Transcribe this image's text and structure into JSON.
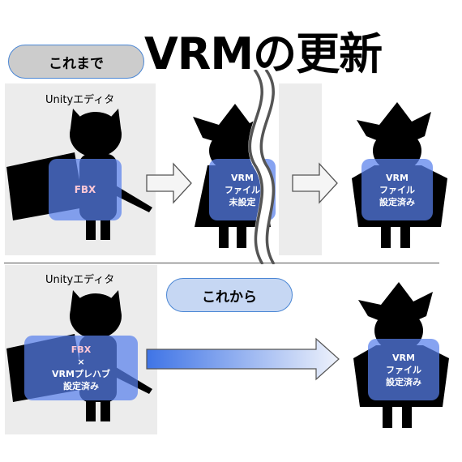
{
  "title": "VRMの更新",
  "before": {
    "label": "これまで",
    "editor_label": "Unityエディタ",
    "source_badge": [
      "FBX"
    ],
    "middle_badge": [
      "VRM",
      "ファイル",
      "未設定"
    ],
    "final_badge": [
      "VRM",
      "ファイル",
      "設定済み"
    ]
  },
  "after": {
    "label": "これから",
    "editor_label": "Unityエディタ",
    "source_badge": [
      "FBX",
      "×",
      "VRMプレハブ",
      "設定済み"
    ],
    "final_badge": [
      "VRM",
      "ファイル",
      "設定済み"
    ]
  },
  "colors": {
    "badge_blue": "#5780ec",
    "arrow_gradient_start": "#3f74e6",
    "arrow_gradient_end": "#eef2fb",
    "panel_gray": "#ececec"
  },
  "icons": [
    "silhouette-character",
    "hollow-arrow",
    "gradient-arrow",
    "wavy-break"
  ]
}
